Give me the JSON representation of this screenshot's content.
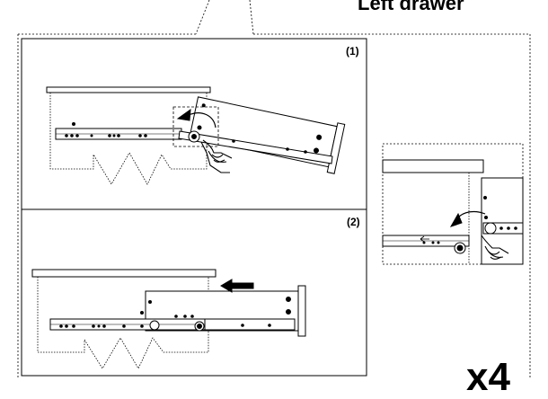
{
  "title": "Left drawer",
  "steps": [
    {
      "label": "(1)"
    },
    {
      "label": "(2)"
    }
  ],
  "quantity": "x4",
  "icons": [
    "curved-arrow-icon",
    "push-arrow-icon",
    "hand-icon"
  ],
  "colors": {
    "line": "#000000",
    "background": "#ffffff"
  }
}
